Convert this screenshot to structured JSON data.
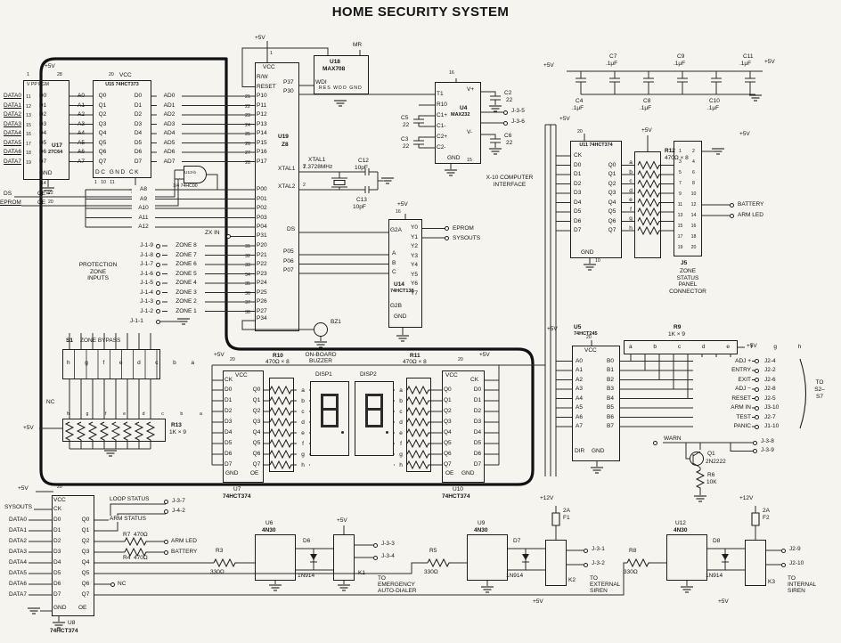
{
  "title": "HOME SECURITY SYSTEM",
  "power": {
    "p5": "+5V",
    "p12": "+12V"
  },
  "u15": {
    "ref": "U15 74HCT373",
    "vcc": "VCC",
    "vcc_pin": "20",
    "a": [
      "A0",
      "A1",
      "A2",
      "A3",
      "A4",
      "A5",
      "A6",
      "A7"
    ],
    "q": [
      "Q0",
      "Q1",
      "Q2",
      "Q3",
      "Q4",
      "Q5",
      "Q6",
      "Q7"
    ],
    "d": [
      "D0",
      "D1",
      "D2",
      "D3",
      "D4",
      "D5",
      "D6",
      "D7"
    ],
    "ad": [
      "AD0",
      "AD1",
      "AD2",
      "AD3",
      "AD4",
      "AD5",
      "AD6",
      "AD7"
    ],
    "bot": "DC GND CK",
    "bot_pins": "1   10   11"
  },
  "u17": {
    "ref": "U17",
    "part": "27C64",
    "hdr": "V PP PGM",
    "pin1": "1",
    "pin28": "28",
    "data": [
      "DATA0",
      "DATA1",
      "DATA2",
      "DATA3",
      "DATA4",
      "DATA5",
      "DATA6",
      "DATA7"
    ],
    "data_pins": [
      "11",
      "12",
      "13",
      "15",
      "16",
      "17",
      "18",
      "19"
    ],
    "d": [
      "D0",
      "D1",
      "D2",
      "D3",
      "D4",
      "D5",
      "D6",
      "D7"
    ],
    "gnd": "GND",
    "gnd_pin": "14",
    "ds": "DS",
    "oe": "OE",
    "oe_pin": "22",
    "eprom": "EPROM",
    "ce": "CE",
    "ce_pin": "20",
    "addr": [
      "A8",
      "A9",
      "A10",
      "A11",
      "A12"
    ]
  },
  "gate": {
    "ref": "U13-b",
    "part": "1/4 74HC00"
  },
  "z8": {
    "ref": "U19",
    "part": "Z8",
    "vcc": "VCC",
    "vcc_pin": "1",
    "left": [
      "R/W",
      "RESET",
      "P10",
      "P11",
      "P12",
      "P13",
      "P14",
      "P15",
      "P16",
      "P17"
    ],
    "p1_pins": [
      "21",
      "22",
      "23",
      "24",
      "25",
      "26",
      "27",
      "28"
    ],
    "p0": [
      "P00",
      "P01",
      "P02",
      "P03",
      "P04"
    ],
    "p31": "P31",
    "zx": "ZX IN",
    "p2": [
      "P20",
      "P21",
      "P22",
      "P23",
      "P24",
      "P25",
      "P26",
      "P27"
    ],
    "p2_pins": [
      "31",
      "32",
      "33",
      "34",
      "35",
      "36",
      "37",
      "38"
    ],
    "p34": "P34",
    "p37": "P37",
    "p30": "P30",
    "ds": "DS",
    "p05": "P05",
    "p06": "P06",
    "p07": "P07",
    "xtal1": "XTAL1",
    "xtal2": "XTAL2",
    "xp3": "3",
    "xp2": "2"
  },
  "xtal": {
    "ref": "XTAL1",
    "freq": "7.3728MHz",
    "c12": "C12",
    "c12_val": "10pF",
    "c13": "C13",
    "c13_val": "10pF"
  },
  "u18": {
    "ref": "U18",
    "part": "MAX708",
    "wdi": "WDI",
    "bot": "RES WDO GND",
    "mr": "MR"
  },
  "u4": {
    "ref": "U4",
    "part": "MAX232",
    "vcc_pin": "16",
    "left": [
      "T1",
      "R10",
      "C1+",
      "C1-",
      "C2+",
      "C2-"
    ],
    "vplus": "V+",
    "vminus": "V-",
    "gnd": "GND",
    "gnd_pin": "15",
    "c5": "C5",
    "c5_val": "22",
    "c3": "C3",
    "c3_val": "22",
    "c2": "C2",
    "c2_val": "22",
    "c6": "C6",
    "c6_val": "22",
    "j1": "J-3-5",
    "j2": "J-3-6",
    "caption": "X-10 COMPUTER\nINTERFACE"
  },
  "caps_top": {
    "items": [
      {
        "ref": "C4",
        "val": ".1μF"
      },
      {
        "ref": "C7",
        "val": ".1μF"
      },
      {
        "ref": "C8",
        "val": ".1μF"
      },
      {
        "ref": "C9",
        "val": ".1μF"
      },
      {
        "ref": "C10",
        "val": ".1μF"
      },
      {
        "ref": "C11",
        "val": ".1μF"
      }
    ]
  },
  "u14": {
    "ref": "U14",
    "part": "74HCT138",
    "vcc_pin": "16",
    "g2a": "G2A",
    "g2b": "G2B",
    "a": "A",
    "b": "B",
    "c": "C",
    "y": [
      "Y0",
      "Y1",
      "Y2",
      "Y3",
      "Y4",
      "Y5",
      "Y6",
      "Y7"
    ],
    "gnd": "GND",
    "out1": "EPROM",
    "out2": "SYSOUTS"
  },
  "buzzer": {
    "ref": "BZ1",
    "caption": "ON-BOARD\nBUZZER"
  },
  "u11": {
    "ref": "U11 74HCT374",
    "vcc_pin": "20",
    "ck": "CK",
    "d": [
      "D0",
      "D1",
      "D2",
      "D3",
      "D4",
      "D5",
      "D6",
      "D7"
    ],
    "q": [
      "Q0",
      "Q1",
      "Q2",
      "Q3",
      "Q4",
      "Q5",
      "Q6",
      "Q7"
    ],
    "gnd": "GND",
    "gnd_pin": "10"
  },
  "r12": {
    "ref": "R12",
    "val": "470Ω × 8",
    "letters": [
      "a",
      "b",
      "c",
      "d",
      "e",
      "f",
      "g",
      "h"
    ]
  },
  "j5": {
    "ref": "J5",
    "caption": "ZONE\nSTATUS\nPANEL\nCONNECTOR",
    "odd": [
      "1",
      "3",
      "5",
      "7",
      "9",
      "11",
      "13",
      "15",
      "17",
      "19"
    ],
    "even": [
      "2",
      "4",
      "6",
      "8",
      "10",
      "12",
      "14",
      "16",
      "18",
      "20"
    ],
    "battery": "BATTERY",
    "armled": "ARM LED"
  },
  "u5": {
    "ref": "U5",
    "part": "74HCT245",
    "vcc": "VCC",
    "vcc_pin": "20",
    "a": [
      "A0",
      "A1",
      "A2",
      "A3",
      "A4",
      "A5",
      "A6",
      "A7"
    ],
    "b": [
      "B0",
      "B1",
      "B2",
      "B3",
      "B4",
      "B5",
      "B6",
      "B7"
    ],
    "dir": "DIR",
    "gnd": "GND"
  },
  "r9": {
    "ref": "R9",
    "val": "1K × 9",
    "letters": [
      "a",
      "b",
      "c",
      "d",
      "e",
      "f",
      "g",
      "h"
    ]
  },
  "panel": {
    "names": [
      "ADJ +",
      "ENTRY",
      "EXIT",
      "ADJ −",
      "RESET",
      "ARM IN",
      "TEST",
      "PANIC"
    ],
    "jacks": [
      "J2-4",
      "J2-2",
      "J2-6",
      "J2-8",
      "J2-5",
      "J3-10",
      "J2-7",
      "J1-10"
    ],
    "brace": "TO\nS2–\nS7",
    "warn": "WARN",
    "jack_a": "J-3-8",
    "jack_b": "J-3-9",
    "q1": "Q1",
    "q1_part": "2N2222",
    "r6": "R6",
    "r6_val": "10K"
  },
  "disp": {
    "u7": {
      "ref": "U7",
      "part": "74HCT374",
      "vcc": "VCC",
      "vcc_pin": "20",
      "ck": "CK",
      "d": [
        "D0",
        "D1",
        "D2",
        "D3",
        "D4",
        "D5",
        "D6",
        "D7"
      ],
      "q": [
        "Q0",
        "Q1",
        "Q2",
        "Q3",
        "Q4",
        "Q5",
        "Q6",
        "Q7"
      ],
      "gnd": "GND",
      "oe": "OE"
    },
    "r10": {
      "ref": "R10",
      "val": "470Ω × 8",
      "letters": [
        "a",
        "b",
        "c",
        "d",
        "e",
        "f",
        "g",
        "h"
      ]
    },
    "d1": "DISP1",
    "d2": "DISP2",
    "r11": {
      "ref": "R11",
      "val": "470Ω × 8",
      "letters": [
        "a",
        "b",
        "c",
        "d",
        "e",
        "f",
        "g",
        "h"
      ]
    },
    "u10": {
      "ref": "U10",
      "part": "74HCT374",
      "vcc": "VCC",
      "vcc_pin": "20",
      "ck": "CK",
      "d": [
        "D0",
        "D1",
        "D2",
        "D3",
        "D4",
        "D5",
        "D6",
        "D7"
      ],
      "q": [
        "Q0",
        "Q1",
        "Q2",
        "Q3",
        "Q4",
        "Q5",
        "Q6",
        "Q7"
      ],
      "gnd": "GND",
      "oe": "OE"
    }
  },
  "u8": {
    "ref": "U8",
    "part": "74HCT374",
    "vcc": "VCC",
    "vcc_pin": "20",
    "ck": "CK",
    "sysouts": "SYSOUTS",
    "data": [
      "DATA0",
      "DATA1",
      "DATA2",
      "DATA3",
      "DATA4",
      "DATA5",
      "DATA6",
      "DATA7"
    ],
    "d": [
      "D0",
      "D1",
      "D2",
      "D3",
      "D4",
      "D5",
      "D6",
      "D7"
    ],
    "q": [
      "Q0",
      "Q1",
      "Q2",
      "Q3",
      "Q4",
      "Q5",
      "Q6",
      "Q7"
    ],
    "loop": "LOOP STATUS",
    "loop_jack": "J-3-7",
    "arm": "ARM STATUS",
    "arm_jack": "J-4-2",
    "armled": "ARM LED",
    "battery": "BATTERY",
    "r7": "R7",
    "r7_val": "470Ω",
    "r4": "R4",
    "r4_val": "470Ω",
    "nc": "NC",
    "gnd": "GND",
    "oe": "OE"
  },
  "opto": [
    {
      "r": "R3",
      "r_val": "330Ω",
      "ref": "U6",
      "part": "4N30",
      "d": "D6",
      "d_val": "1N914",
      "k": "K1",
      "pwr": "+5V",
      "j1": "J-3-3",
      "j2": "J-3-4",
      "dest": "TO\nEMERGENCY\nAUTO-DIALER"
    },
    {
      "r": "R5",
      "r_val": "330Ω",
      "ref": "U9",
      "part": "4N30",
      "d": "D7",
      "d_val": "1N914",
      "k": "K2",
      "fuse": "F1",
      "fuse_val": "2A",
      "pwr": "+12V",
      "p5": "+5V",
      "j1": "J-3-1",
      "j2": "J-3-2",
      "dest": "TO\nEXTERNAL\nSIREN"
    },
    {
      "r": "R8",
      "r_val": "330Ω",
      "ref": "U12",
      "part": "4N30",
      "d": "D8",
      "d_val": "1N914",
      "k": "K3",
      "fuse": "F2",
      "fuse_val": "2A",
      "pwr": "+12V",
      "p5": "+5V",
      "j1": "J2-9",
      "j2": "J2-10",
      "dest": "TO\nINTERNAL\nSIREN"
    }
  ],
  "zones": {
    "caption": "PROTECTION\nZONE\nINPUTS",
    "jacks": [
      "J-1-9",
      "J-1-8",
      "J-1-7",
      "J-1-6",
      "J-1-5",
      "J-1-4",
      "J-1-3",
      "J-1-2"
    ],
    "names": [
      "ZONE 8",
      "ZONE 7",
      "ZONE 6",
      "ZONE 5",
      "ZONE 4",
      "ZONE 3",
      "ZONE 2",
      "ZONE 1"
    ],
    "gnd_jack": "J-1-1"
  },
  "s1": {
    "ref": "S1",
    "caption": "ZONE BYPASS",
    "letters": [
      "h",
      "g",
      "f",
      "e",
      "d",
      "c",
      "b",
      "a"
    ]
  },
  "r13": {
    "ref": "R13",
    "val": "1K × 9",
    "nc": "NC",
    "letters": [
      "h",
      "g",
      "f",
      "e",
      "d",
      "c",
      "b",
      "a"
    ]
  }
}
